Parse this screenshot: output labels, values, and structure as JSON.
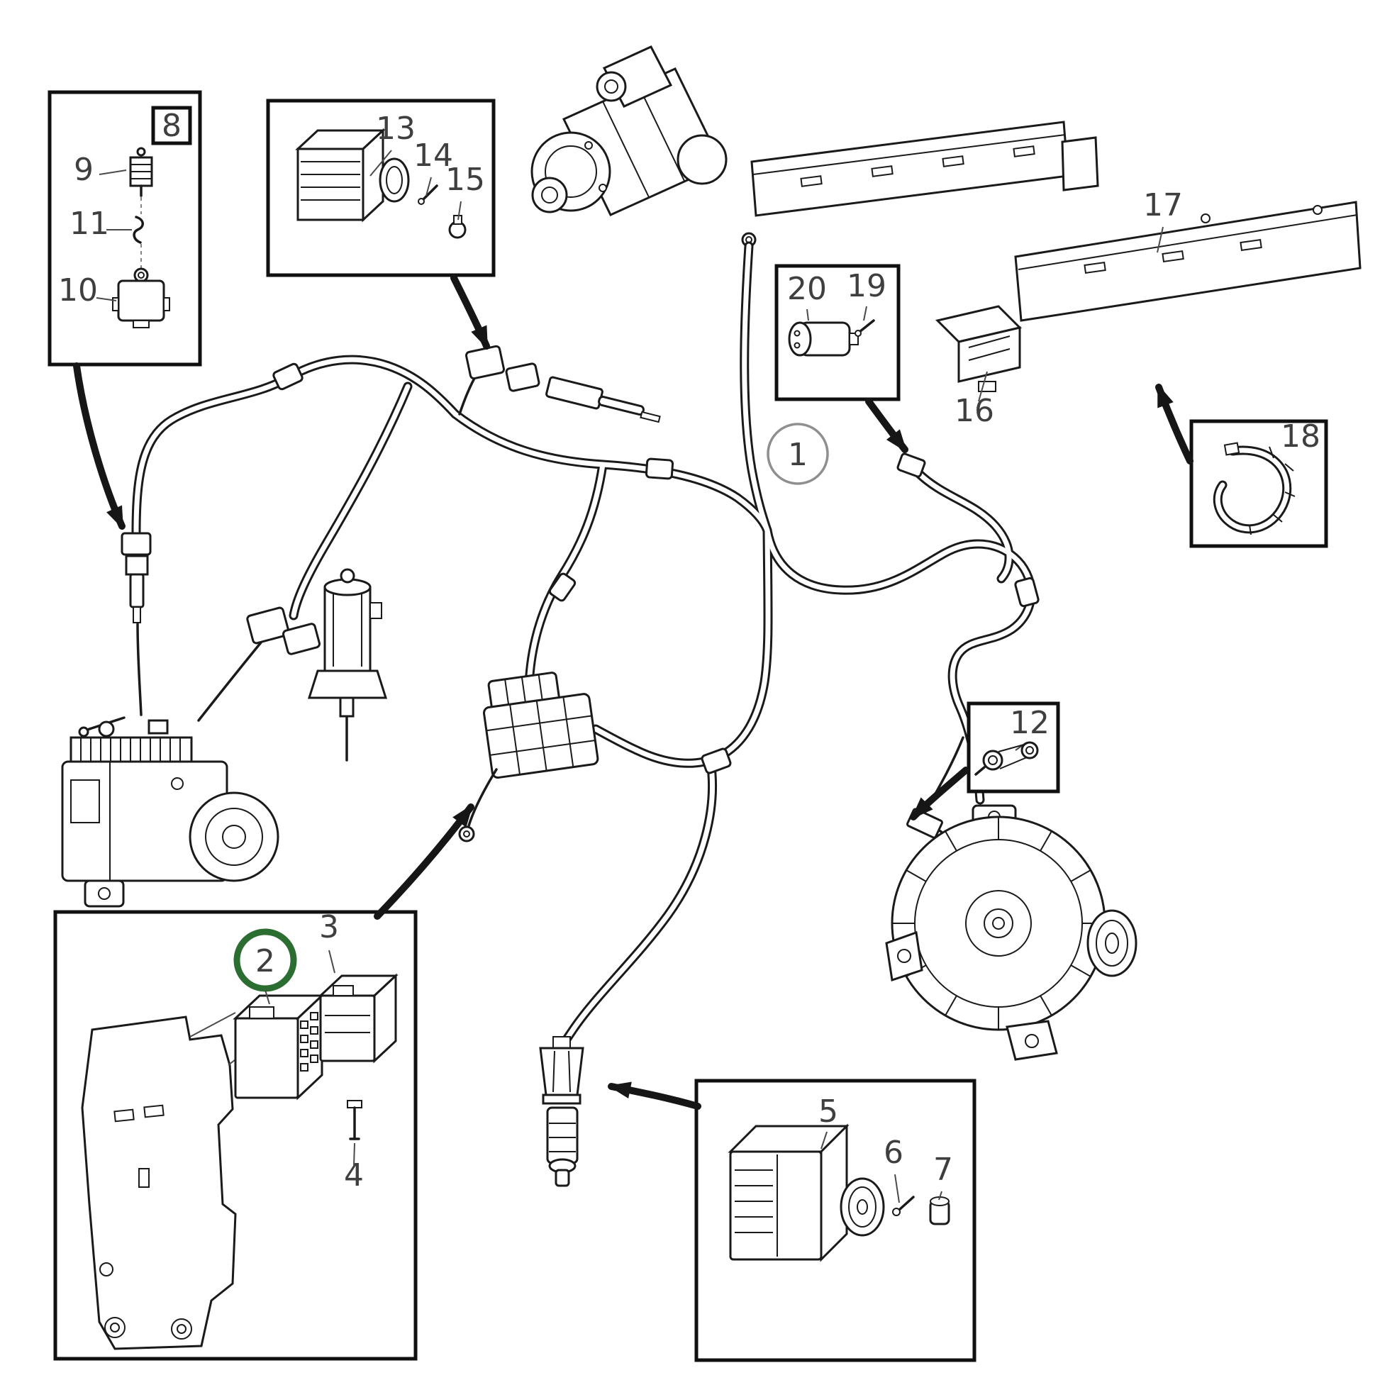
{
  "diagram": {
    "kind": "exploded-parts-diagram",
    "subject": "engine wiring harness with sensors, relays, starter motor and alternator",
    "background": "#ffffff",
    "colors": {
      "line": "#1a1a1a",
      "label": "#3f3f3f",
      "label_muted": "#8f8f8f",
      "highlight": "#2c6e31",
      "callout_circle": "#8f8f8f"
    },
    "labels": {
      "p1": "1",
      "p2": "2",
      "p3": "3",
      "p4": "4",
      "p5": "5",
      "p6": "6",
      "p7": "7",
      "p8": "8",
      "p9": "9",
      "p10": "10",
      "p11": "11",
      "p12": "12",
      "p13": "13",
      "p14": "14",
      "p15": "15",
      "p16": "16",
      "p17": "17",
      "p18": "18",
      "p19": "19",
      "p20": "20"
    }
  }
}
